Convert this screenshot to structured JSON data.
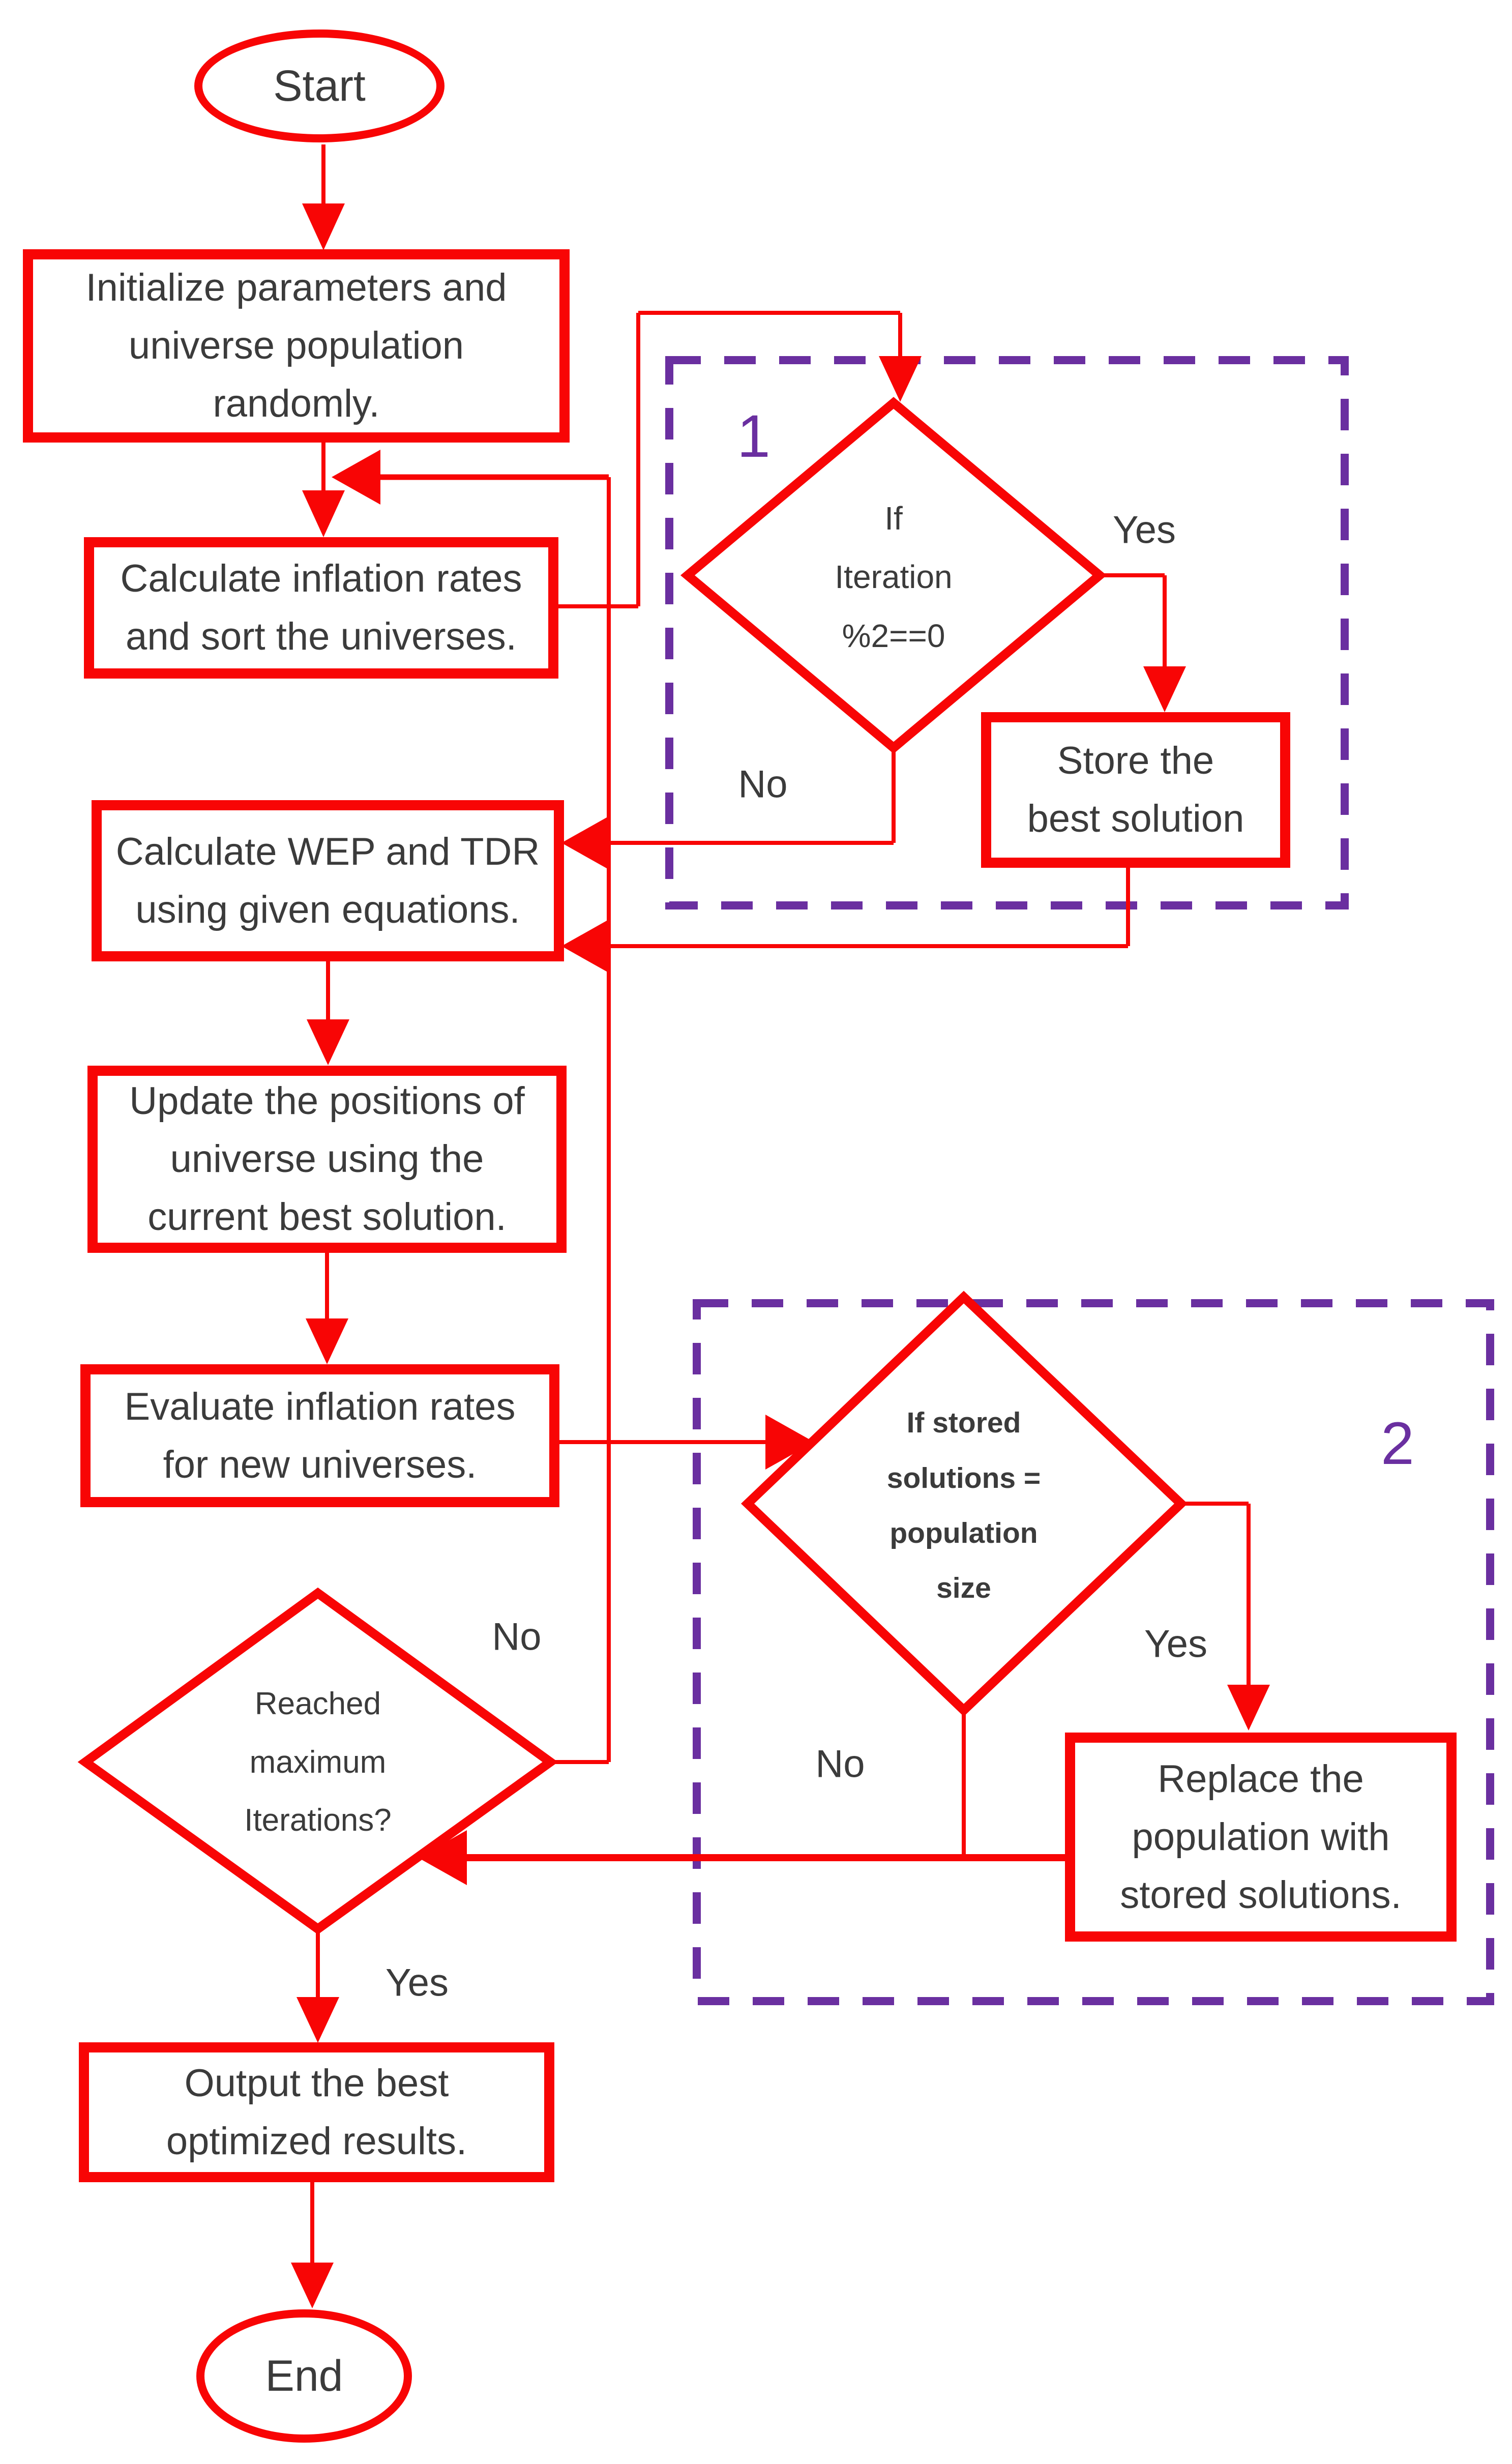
{
  "colors": {
    "red": "#f80505",
    "purple": "#6a2fa0",
    "ink": "#3b3b3b",
    "paper": "#ffffff"
  },
  "nodes": {
    "start": {
      "label": "Start"
    },
    "initialize": {
      "lines": [
        "Initialize parameters and",
        "universe population",
        "randomly."
      ]
    },
    "calc_inflation": {
      "lines": [
        "Calculate inflation rates",
        "and sort the universes."
      ]
    },
    "iteration_check": {
      "lines": [
        "If",
        "Iteration",
        "%2==0"
      ]
    },
    "store_best": {
      "lines": [
        "Store the",
        "best solution"
      ]
    },
    "calc_wep": {
      "lines": [
        "Calculate WEP and TDR",
        "using given equations."
      ]
    },
    "update_positions": {
      "lines": [
        "Update the positions of",
        "universe using the",
        "current best solution."
      ]
    },
    "evaluate_inflation": {
      "lines": [
        "Evaluate inflation rates",
        "for new universes."
      ]
    },
    "stored_check": {
      "lines": [
        "If stored",
        "solutions =",
        "population",
        "size"
      ]
    },
    "replace_population": {
      "lines": [
        "Replace the",
        "population with",
        "stored solutions."
      ]
    },
    "max_iter_check": {
      "lines": [
        "Reached",
        "maximum",
        "Iterations?"
      ]
    },
    "output_results": {
      "lines": [
        "Output the best",
        "optimized results."
      ]
    },
    "end": {
      "label": "End"
    }
  },
  "edge_labels": {
    "iteration_yes": "Yes",
    "iteration_no": "No",
    "stored_yes": "Yes",
    "stored_no": "No",
    "max_iter_no": "No",
    "max_iter_yes": "Yes"
  },
  "regions": {
    "stage1": "1",
    "stage2": "2"
  }
}
